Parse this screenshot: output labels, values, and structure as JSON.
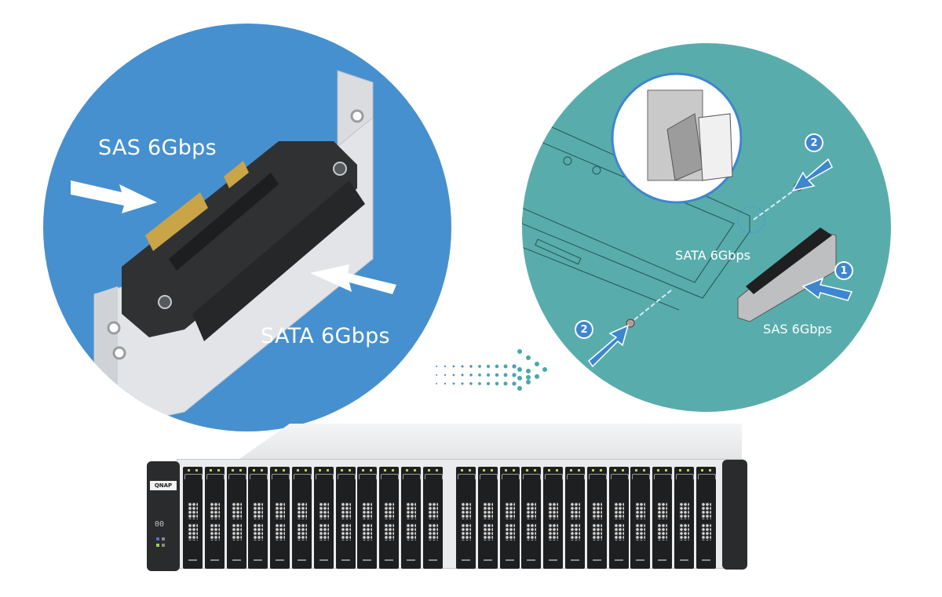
{
  "left_panel": {
    "label_sas": "SAS 6Gbps",
    "label_sata": "SATA 6Gbps",
    "background_color": "#4690cf"
  },
  "right_panel": {
    "label_sata": "SATA 6Gbps",
    "label_sas": "SAS 6Gbps",
    "step_badges": [
      "2",
      "1",
      "2"
    ],
    "background_color": "#58adac"
  },
  "server": {
    "brand": "QNAP",
    "display_text": "00",
    "bay_count": 24
  },
  "transition_arrow": {
    "icon": "dotted-arrow-right"
  }
}
